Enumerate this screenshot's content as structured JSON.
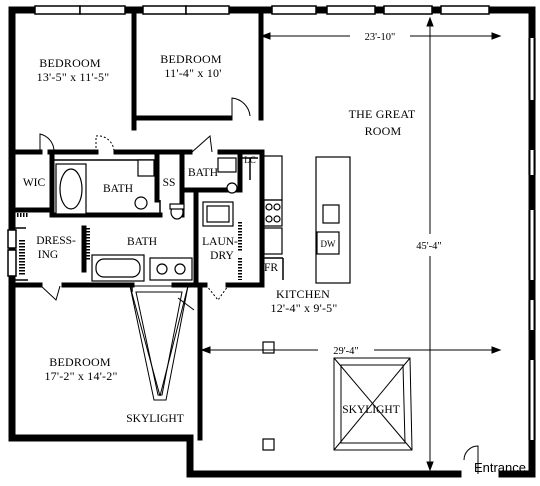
{
  "plan": {
    "rooms": {
      "bedroom_1": {
        "name": "BEDROOM",
        "dims": "13'-5\" x 11'-5\""
      },
      "bedroom_2": {
        "name": "BEDROOM",
        "dims": "11'-4\" x 10'"
      },
      "bedroom_3": {
        "name": "BEDROOM",
        "dims": "17'-2\" x 14'-2\""
      },
      "great_room_line1": "THE GREAT",
      "great_room_line2": "ROOM",
      "kitchen": {
        "name": "KITCHEN",
        "dims": "12'-4\" x 9'-5\""
      },
      "wic": "WIC",
      "bath_1": "BATH",
      "bath_2": "BATH",
      "bath_3": "BATH",
      "ss": "SS",
      "lc": "LC",
      "dressing_line1": "DRESS-",
      "dressing_line2": "ING",
      "laundry_line1": "LAUN-",
      "laundry_line2": "DRY",
      "fr": "FR",
      "dw": "DW",
      "skylight_1": "SKYLIGHT",
      "skylight_2": "SKYLIGHT"
    },
    "dimensions": {
      "top_width": "23'-10\"",
      "height": "45'-4\"",
      "mid_width": "29'-4\""
    },
    "entrance": "Entrance"
  }
}
